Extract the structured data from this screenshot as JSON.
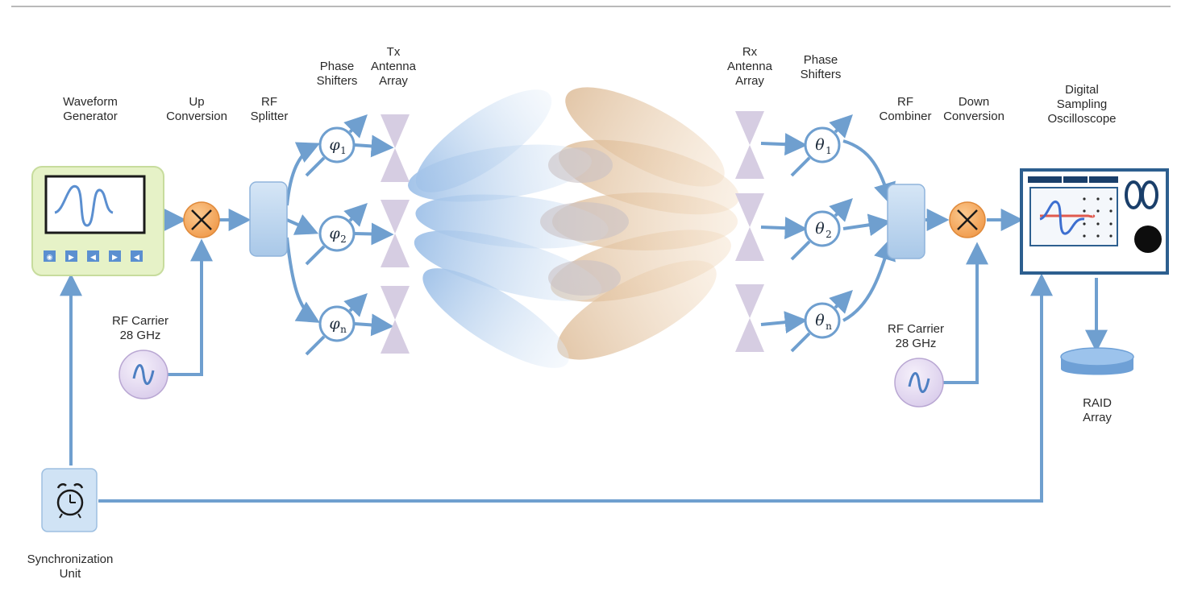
{
  "labels": {
    "waveform_generator": [
      "Waveform",
      "Generator"
    ],
    "up_conversion": [
      "Up",
      "Conversion"
    ],
    "rf_splitter": [
      "RF",
      "Splitter"
    ],
    "tx_phase_shifters": [
      "Phase",
      "Shifters"
    ],
    "tx_antenna_array": [
      "Tx",
      "Antenna",
      "Array"
    ],
    "rx_antenna_array": [
      "Rx",
      "Antenna",
      "Array"
    ],
    "rx_phase_shifters": [
      "Phase",
      "Shifters"
    ],
    "rf_combiner": [
      "RF",
      "Combiner"
    ],
    "down_conversion": [
      "Down",
      "Conversion"
    ],
    "oscilloscope": [
      "Digital",
      "Sampling",
      "Oscilloscope"
    ],
    "rf_carrier_tx": [
      "RF Carrier",
      "28 GHz"
    ],
    "rf_carrier_rx": [
      "RF Carrier",
      "28 GHz"
    ],
    "raid_array": [
      "RAID",
      "Array"
    ],
    "sync_unit": [
      "Synchronization",
      "Unit"
    ]
  },
  "tx_phase_symbols": [
    {
      "sym": "φ",
      "sub": "1"
    },
    {
      "sym": "φ",
      "sub": "2"
    },
    {
      "sym": "φ",
      "sub": "n"
    }
  ],
  "rx_phase_symbols": [
    {
      "sym": "θ",
      "sub": "1"
    },
    {
      "sym": "θ",
      "sub": "2"
    },
    {
      "sym": "θ",
      "sub": "n"
    }
  ],
  "colors": {
    "line": "#6f9fcf",
    "splitter": "#bcd6ef",
    "mixer": "#f4a761",
    "carrier": "#e7def3",
    "antenna": "#d6cde2",
    "beam_tx": "#a9c8ea",
    "beam_rx": "#e8c8a2",
    "wavegen_bg": "#e6f2c7"
  }
}
